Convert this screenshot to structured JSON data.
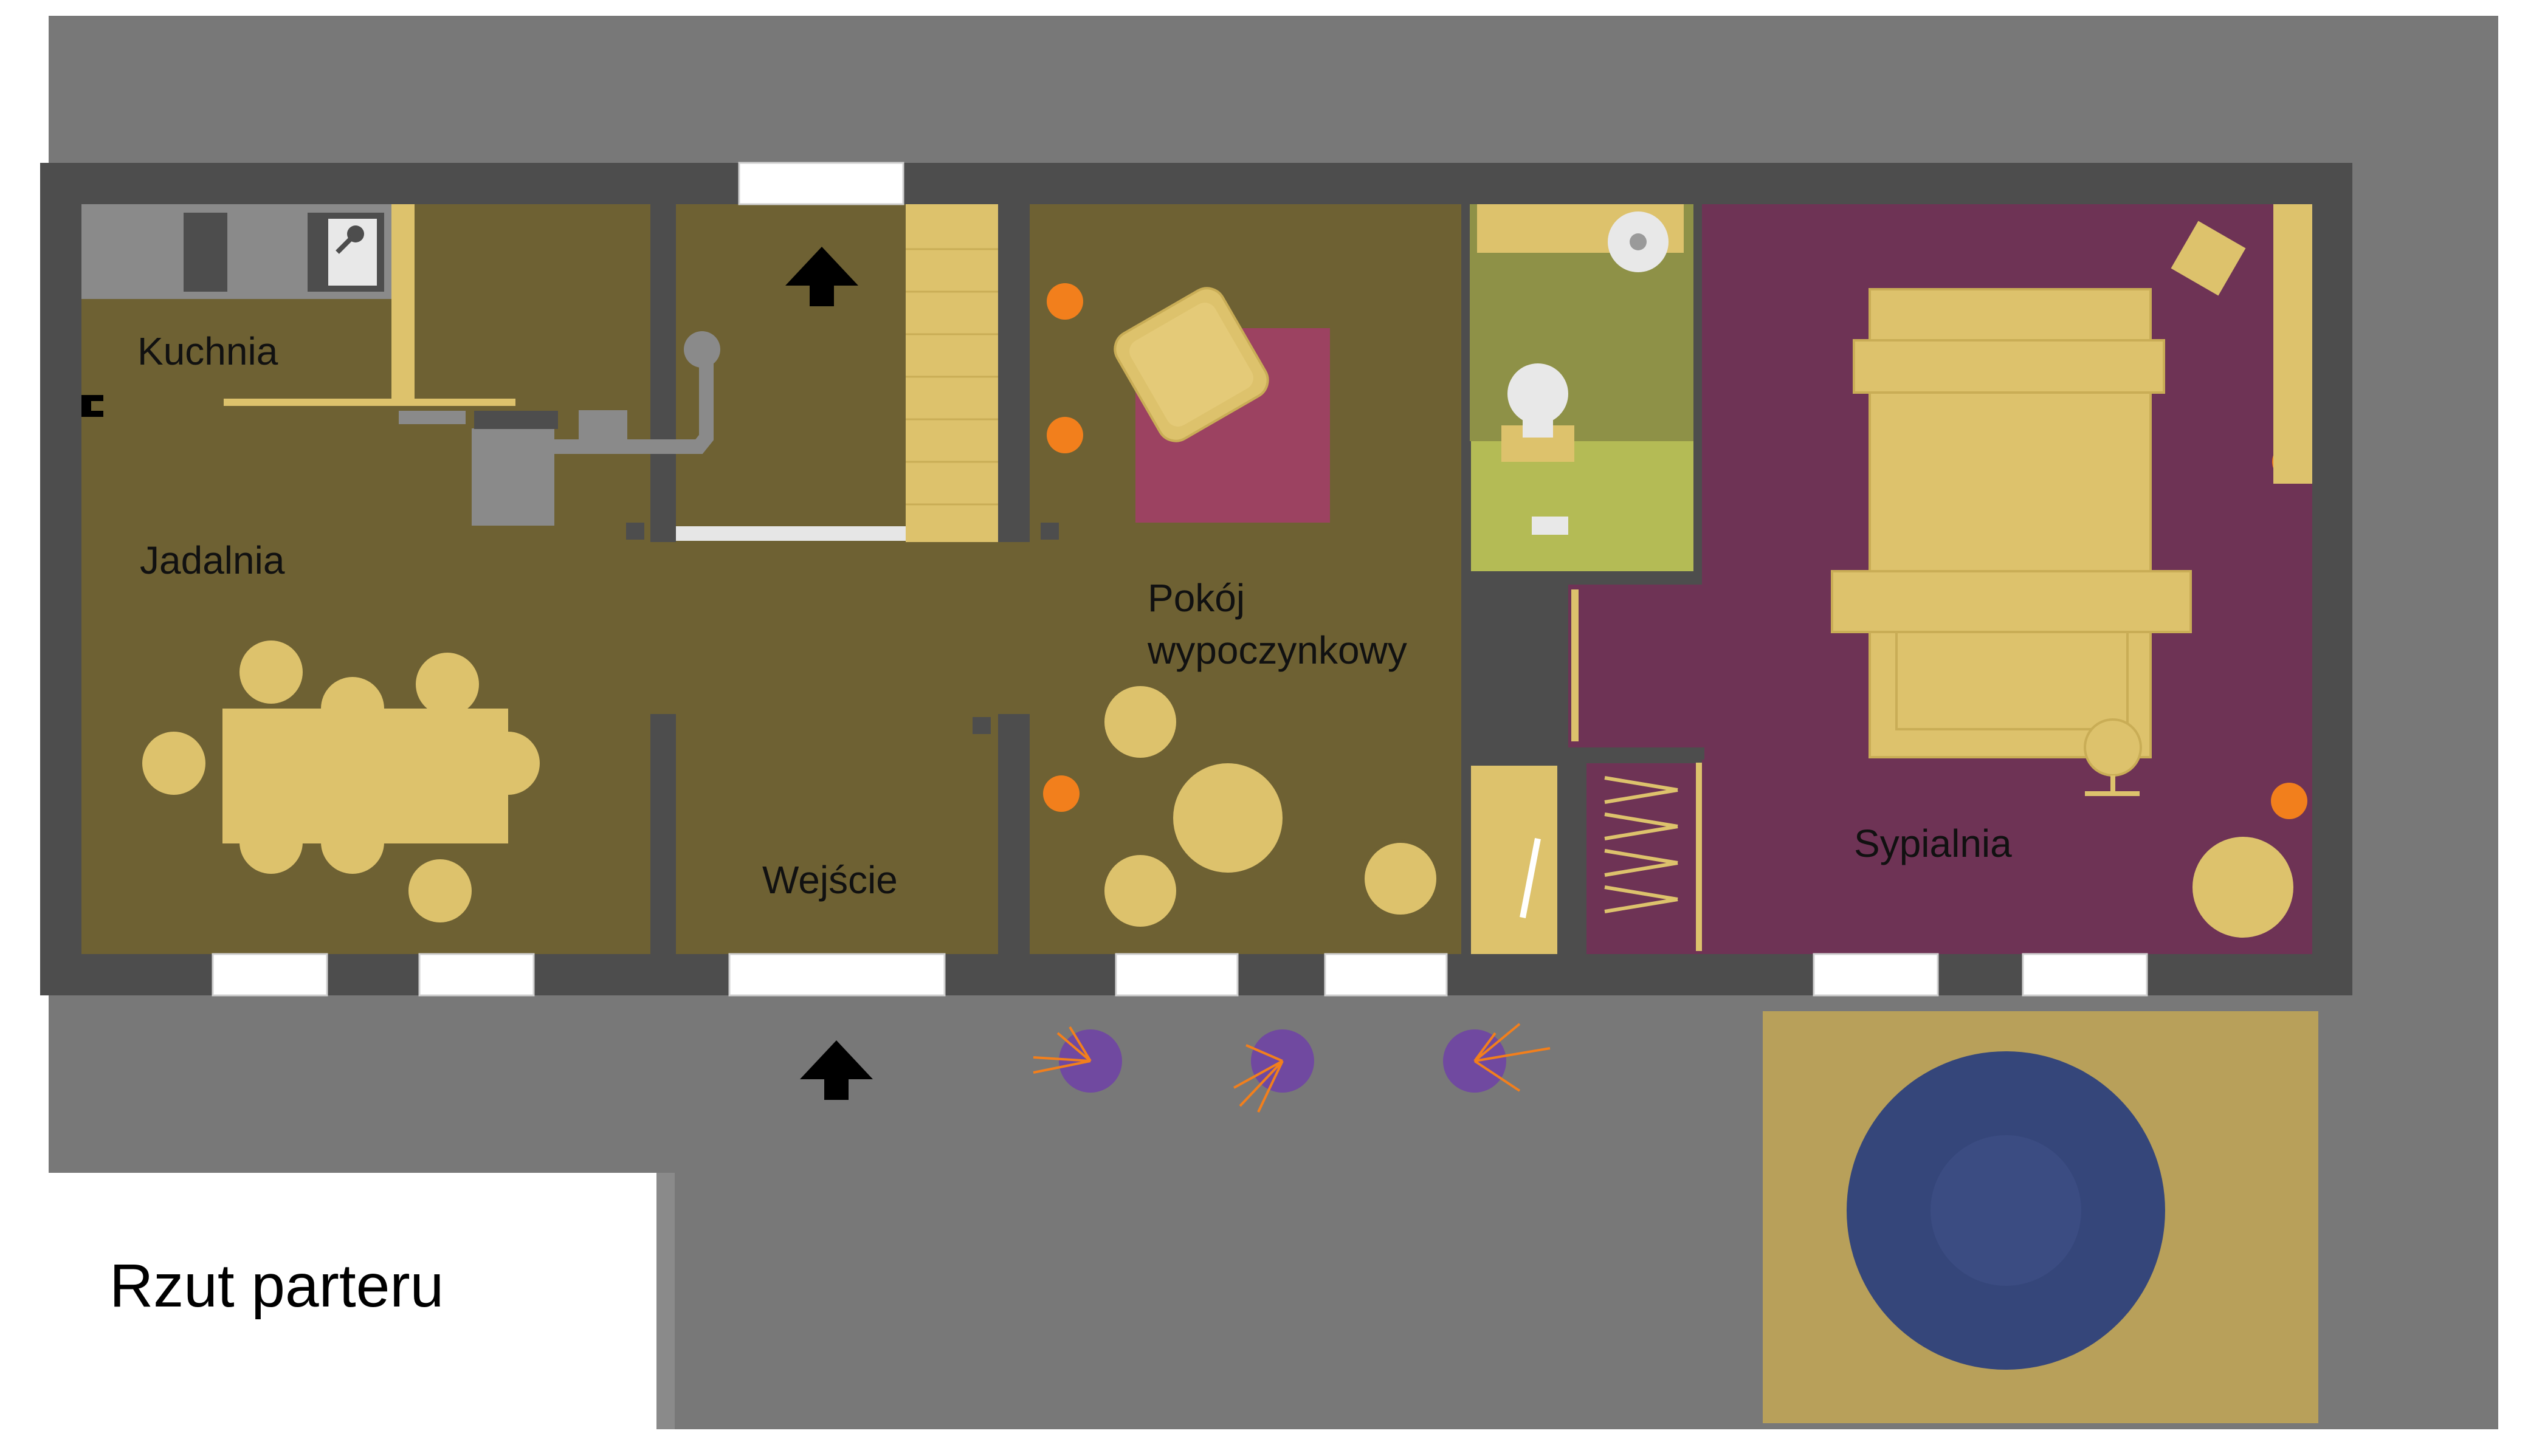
{
  "title": "Rzut parteru",
  "rooms": {
    "kitchen": "Kuchnia",
    "dining": "Jadalnia",
    "living_line1": "Pokój",
    "living_line2": "wypoczynkowy",
    "entrance": "Wejście",
    "bedroom": "Sypialnia"
  },
  "colors": {
    "terrace": "#787878",
    "wall": "#4d4d4d",
    "floor_main": "#6e6133",
    "floor_bedroom": "#6e3355",
    "bath_upper": "#8e9147",
    "bath_lower": "#b4bb55",
    "furniture": "#ddc26c",
    "rug_living": "#9c4261",
    "rug_terrace": "#b8a05a",
    "pool": "#35467a",
    "lamp": "#f27f1c",
    "planter": "#7049a0",
    "kitchen_counter": "#8a8a8a",
    "window": "#ffffff"
  },
  "icons": [
    "entrance-arrow-icon",
    "entrance-arrow-icon"
  ]
}
